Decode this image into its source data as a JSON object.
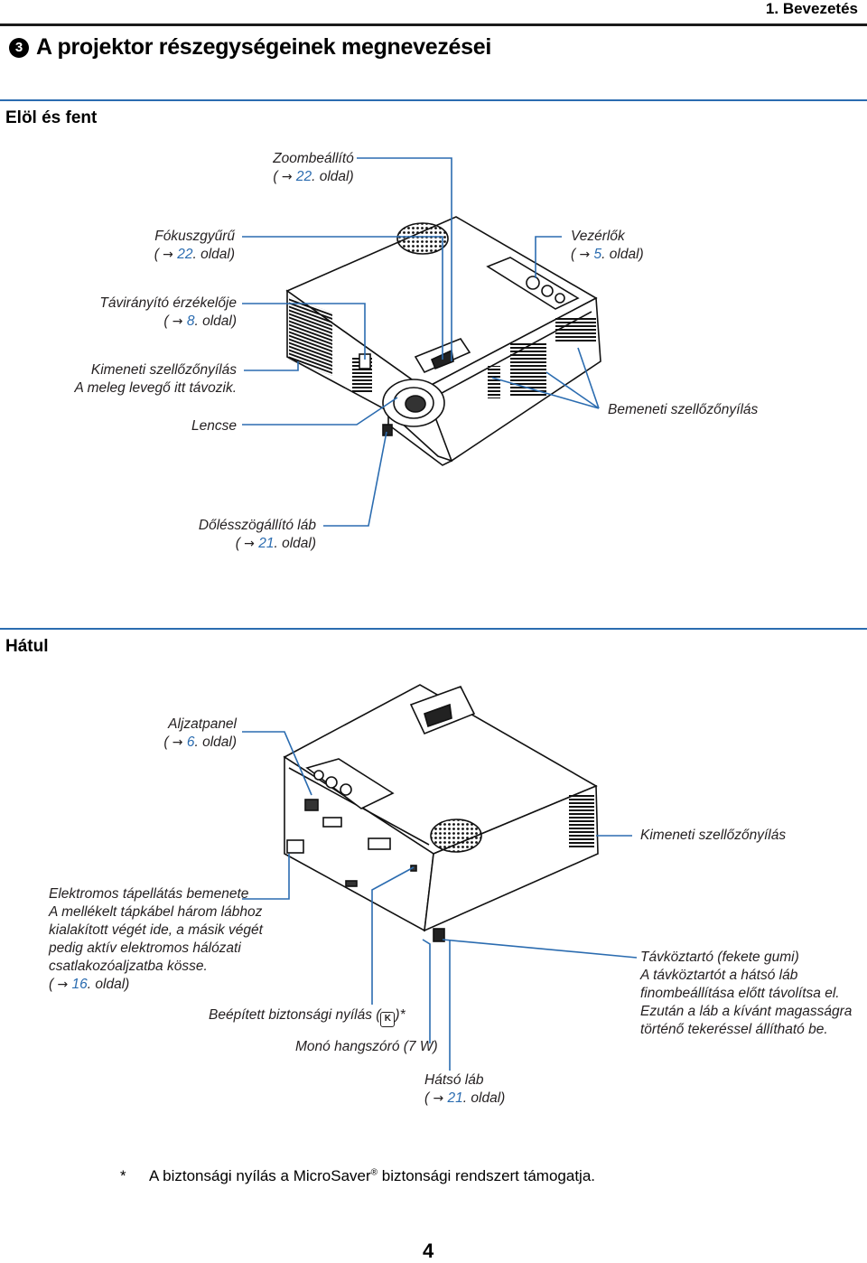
{
  "header": {
    "chapter": "1. Bevezetés"
  },
  "title": {
    "number": "3",
    "text": "A projektor részegységeinek megnevezései"
  },
  "front": {
    "heading": "Elöl és fent",
    "labels": {
      "zoom": {
        "name": "Zoombeállító",
        "ref_open": "(",
        "arrow": "→",
        "page": "22",
        "ref_close": ". oldal)"
      },
      "focus": {
        "name": "Fókuszgyűrű",
        "ref_open": "(",
        "arrow": "→",
        "page": "22",
        "ref_close": ". oldal)"
      },
      "controls": {
        "name": "Vezérlők",
        "ref_open": "(",
        "arrow": "→",
        "page": "5",
        "ref_close": ". oldal)"
      },
      "remote": {
        "name": "Távirányító érzékelője",
        "ref_open": "(",
        "arrow": "→",
        "page": "8",
        "ref_close": ". oldal)"
      },
      "outlet": {
        "name": "Kimeneti szellőzőnyílás",
        "note": "A meleg levegő itt távozik."
      },
      "lens": {
        "name": "Lencse"
      },
      "inlet": {
        "name": "Bemeneti szellőzőnyílás"
      },
      "tilt": {
        "name": "Dőlésszögállító láb",
        "ref_open": "(",
        "arrow": "→",
        "page": "21",
        "ref_close": ". oldal)"
      }
    }
  },
  "rear": {
    "heading": "Hátul",
    "labels": {
      "terminal": {
        "name": "Aljzatpanel",
        "ref_open": "(",
        "arrow": "→",
        "page": "6",
        "ref_close": ". oldal)"
      },
      "outlet": {
        "name": "Kimeneti szellőzőnyílás"
      },
      "power": {
        "lines": [
          "Elektromos tápellátás bemenete",
          "A mellékelt tápkábel három lábhoz",
          "kialakított végét ide, a másik végét",
          "pedig aktív elektromos hálózati",
          "csatlakozóaljzatba kösse."
        ],
        "ref_open": "(",
        "arrow": "→",
        "page": "16",
        "ref_close": ". oldal)"
      },
      "security": {
        "name_before": "Beépített biztonsági nyílás (",
        "name_after": ")*"
      },
      "speaker": {
        "name": "Monó hangszóró (7 W)"
      },
      "foot": {
        "name": "Hátsó láb",
        "ref_open": "(",
        "arrow": "→",
        "page": "21",
        "ref_close": ". oldal)"
      },
      "spacer": {
        "lines": [
          "Távköztartó (fekete gumi)",
          "A távköztartót a hátsó láb",
          "finombeállítása előtt távolítsa el.",
          "Ezután a láb a kívánt magasságra",
          "történő tekeréssel állítható be."
        ]
      }
    }
  },
  "footnote": {
    "star": "*",
    "text_before": "A biztonsági nyílás a MicroSaver",
    "reg": "®",
    "text_after": " biztonsági rendszert támogatja."
  },
  "page_number": "4",
  "colors": {
    "accent": "#2b6cb0",
    "text": "#231f20"
  }
}
